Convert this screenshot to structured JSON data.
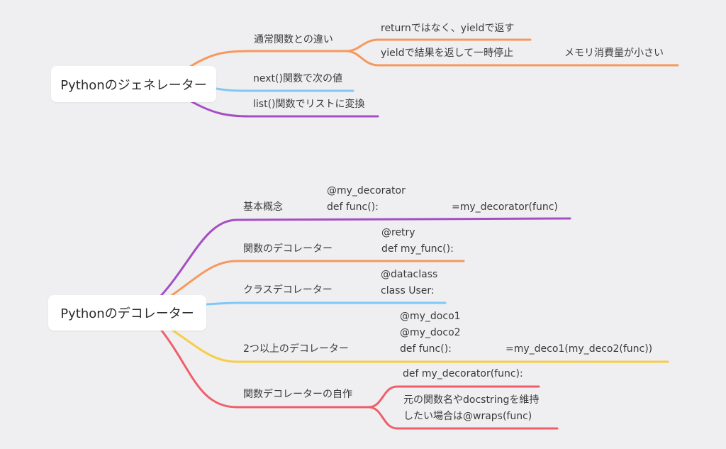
{
  "colors": {
    "background": "#efeef0",
    "orange": "#f6995f",
    "blue": "#7ec8f7",
    "purple": "#a44fc4",
    "yellow": "#f7cd45",
    "red": "#ef5f6b"
  },
  "generator": {
    "title": "Pythonのジェネレーター",
    "branches": [
      {
        "label": "通常関数との違い",
        "children": [
          {
            "label": "returnではなく、yieldで返す"
          },
          {
            "label": "yieldで結果を返して一時停止",
            "note": "メモリ消費量が小さい"
          }
        ]
      },
      {
        "label": "next()関数で次の値"
      },
      {
        "label": "list()関数でリストに変換"
      }
    ]
  },
  "decorator": {
    "title": "Pythonのデコレーター",
    "branches": [
      {
        "label": "基本概念",
        "code": [
          "@my_decorator",
          "def func():"
        ],
        "note": "=my_decorator(func)"
      },
      {
        "label": "関数のデコレーター",
        "code": [
          "@retry",
          "def my_func():"
        ]
      },
      {
        "label": "クラスデコレーター",
        "code": [
          "@dataclass",
          "class User:"
        ]
      },
      {
        "label": "2つ以上のデコレーター",
        "code": [
          "@my_doco1",
          "@my_doco2",
          "def func():"
        ],
        "note": "=my_deco1(my_deco2(func))"
      },
      {
        "label": "関数デコレーターの自作",
        "children": [
          {
            "label": "def my_decorator(func):"
          },
          {
            "label": [
              "元の関数名やdocstringを維持",
              "したい場合は@wraps(func)"
            ]
          }
        ]
      }
    ]
  }
}
